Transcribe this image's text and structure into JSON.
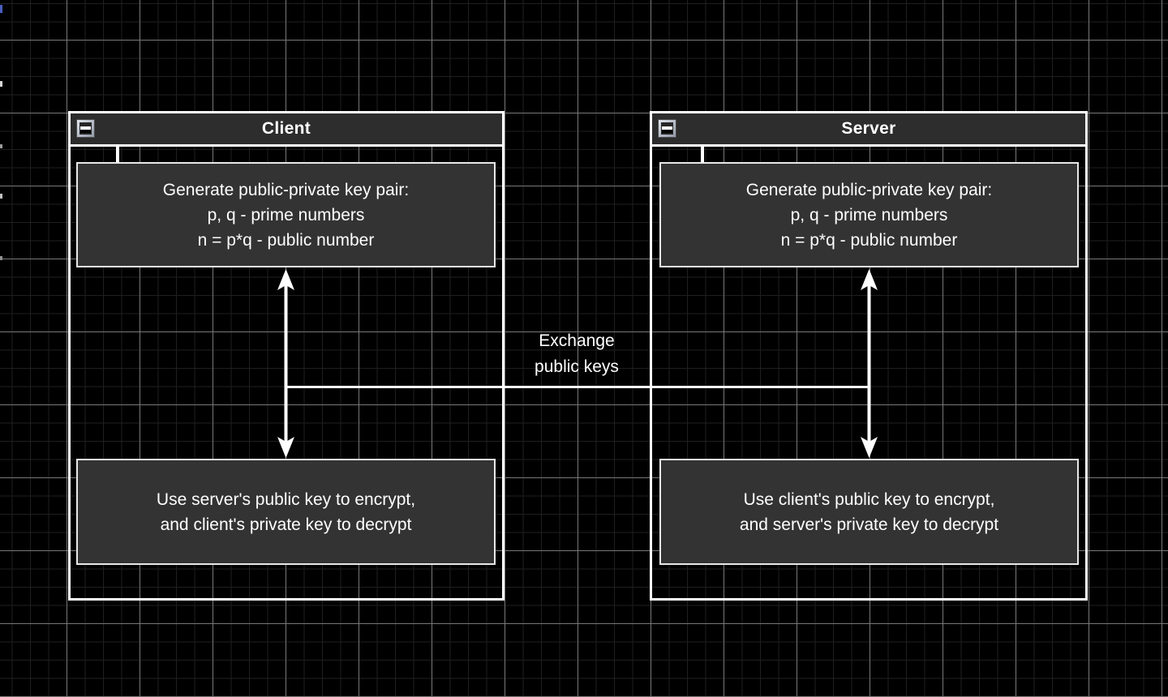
{
  "theme": {
    "background": "#000000",
    "grid_minor": "#1f1f1f",
    "grid_major": "#787878",
    "container_border": "#ffffff",
    "titlebar_fill": "#2d2d2d",
    "box_fill": "#333333",
    "box_border": "#e8e8e8",
    "text_color": "#ffffff",
    "arrow_color": "#ffffff"
  },
  "icons": {
    "collapse": "minus-icon"
  },
  "client": {
    "title": "Client",
    "keygen_box": {
      "line1": "Generate public-private key pair:",
      "line2": "p, q - prime numbers",
      "line3": "n = p*q - public number"
    },
    "usage_box": {
      "line1": "Use server's public key to encrypt,",
      "line2": "and client's private key to decrypt"
    }
  },
  "server": {
    "title": "Server",
    "keygen_box": {
      "line1": "Generate public-private key pair:",
      "line2": "p, q - prime numbers",
      "line3": "n = p*q - public number"
    },
    "usage_box": {
      "line1": "Use client's public key to encrypt,",
      "line2": "and server's private key to decrypt"
    }
  },
  "exchange_label": {
    "line1": "Exchange",
    "line2": "public keys"
  }
}
